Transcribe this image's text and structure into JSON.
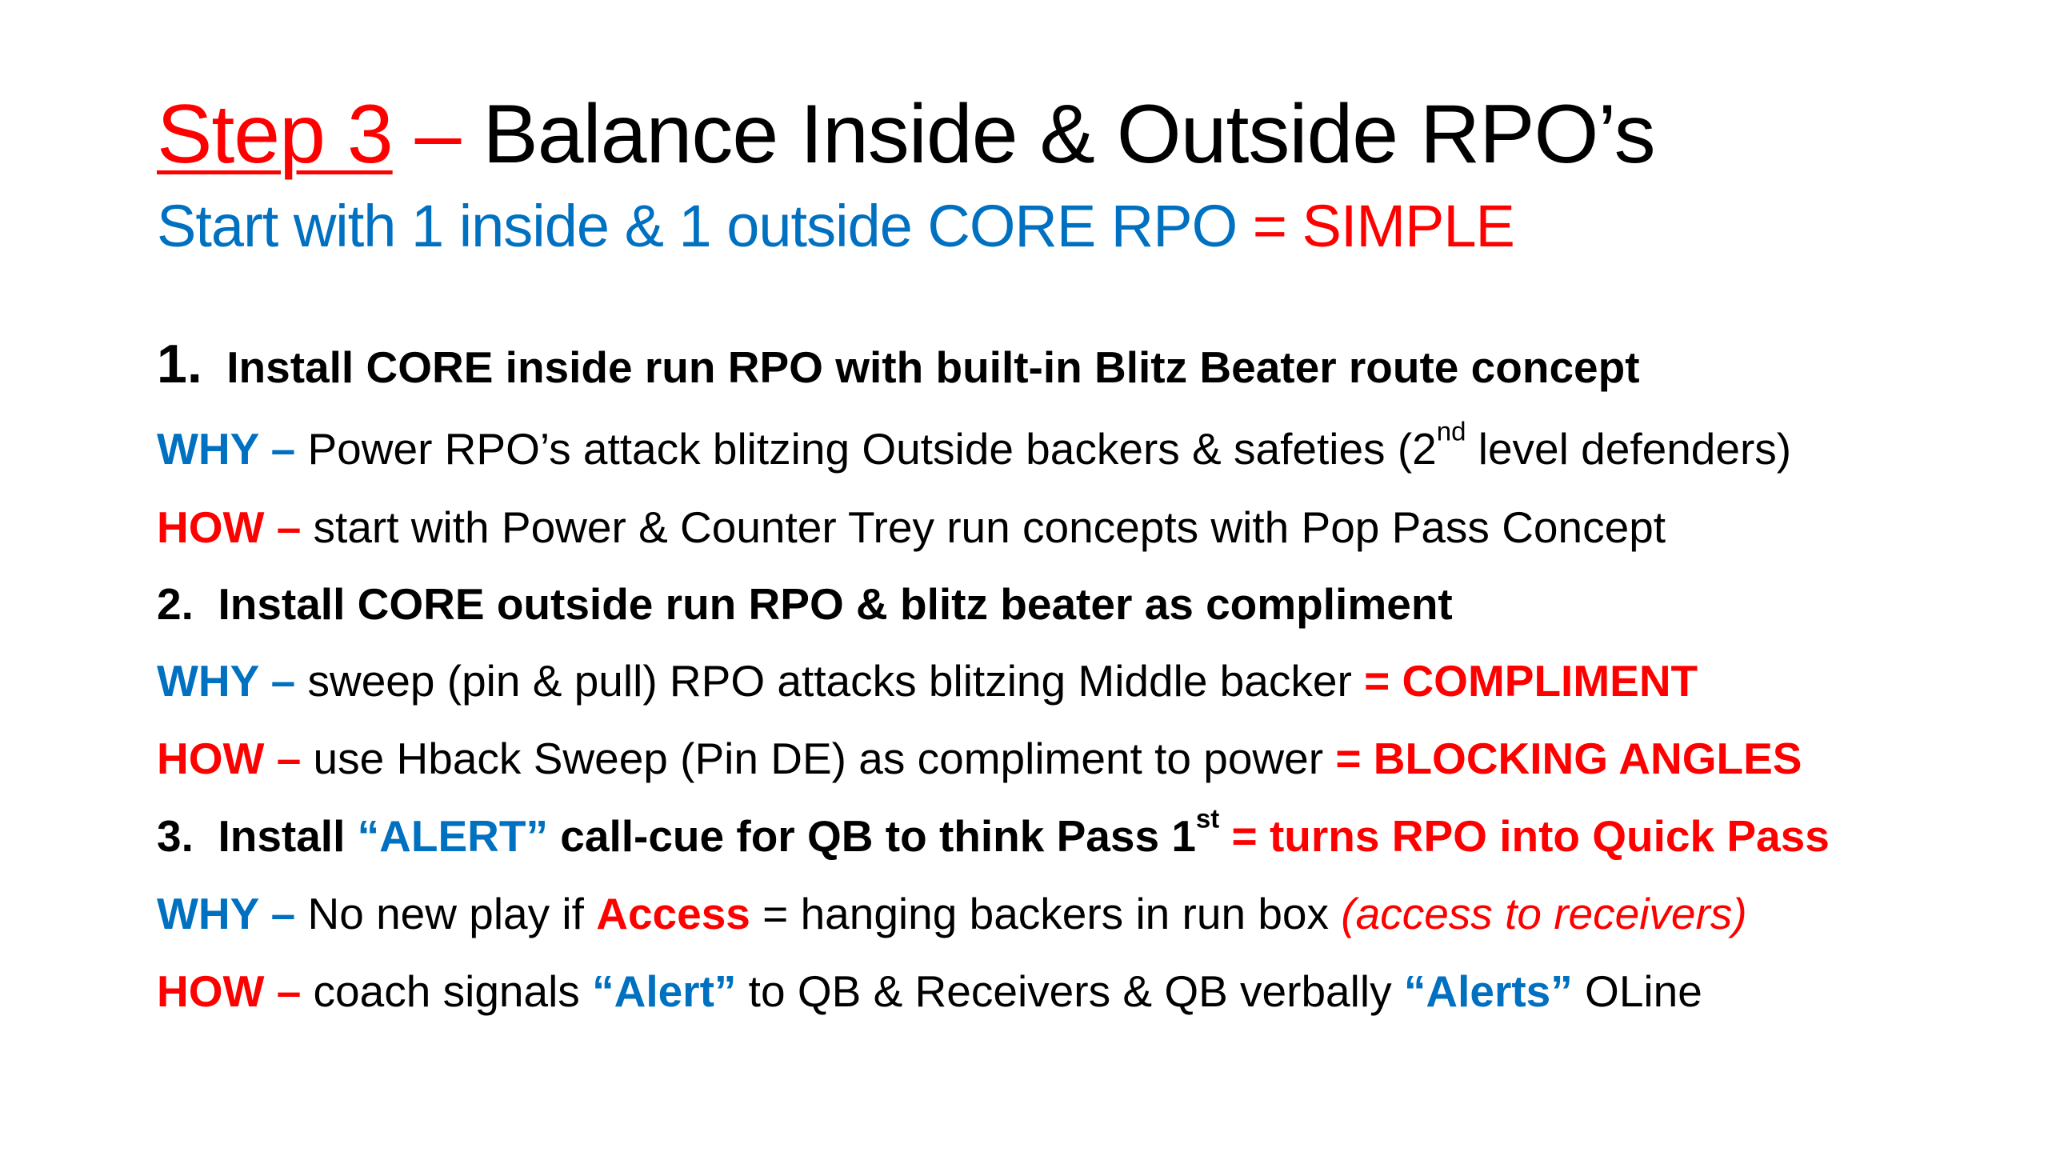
{
  "title": {
    "step": "Step 3",
    "dash": " – ",
    "rest": "Balance Inside & Outside RPO’s"
  },
  "subtitle": {
    "blue": "Start with 1 inside & 1 outside CORE RPO ",
    "red": "= SIMPLE"
  },
  "items": {
    "item1": {
      "number": "1.",
      "text": "Install CORE inside run RPO with built-in Blitz Beater route concept",
      "why_label": "WHY –",
      "why_text_a": " Power RPO’s attack blitzing Outside backers & safeties (2",
      "why_sup": "nd",
      "why_text_b": " level defenders)",
      "how_label": "HOW –",
      "how_text": " start with Power & Counter Trey run concepts with Pop Pass Concept"
    },
    "item2": {
      "number": "2.",
      "text": "Install CORE outside run RPO & blitz beater as compliment",
      "why_label": "WHY –",
      "why_text": " sweep (pin & pull) RPO attacks blitzing Middle backer ",
      "why_emph": "= COMPLIMENT",
      "how_label": "HOW –",
      "how_text": " use Hback Sweep (Pin DE) as compliment to power ",
      "how_emph": "= BLOCKING ANGLES"
    },
    "item3": {
      "number": "3.",
      "text_a": "Install ",
      "alert": "“ALERT”",
      "text_b": " call-cue for QB to think Pass 1",
      "sup": "st",
      "emph": " = turns RPO into Quick Pass",
      "why_label": "WHY –",
      "why_text_a": " No new play if ",
      "why_access": "Access",
      "why_text_b": " = hanging backers in run box ",
      "why_italic": "(access to receivers)",
      "how_label": "HOW –",
      "how_text_a": " coach signals ",
      "how_alert1": "“Alert”",
      "how_text_b": " to QB & Receivers & QB verbally ",
      "how_alert2": "“Alerts”",
      "how_text_c": " OLine"
    }
  },
  "colors": {
    "red": "#ff0000",
    "blue": "#0070c0",
    "text": "#000000",
    "background": "#ffffff"
  }
}
